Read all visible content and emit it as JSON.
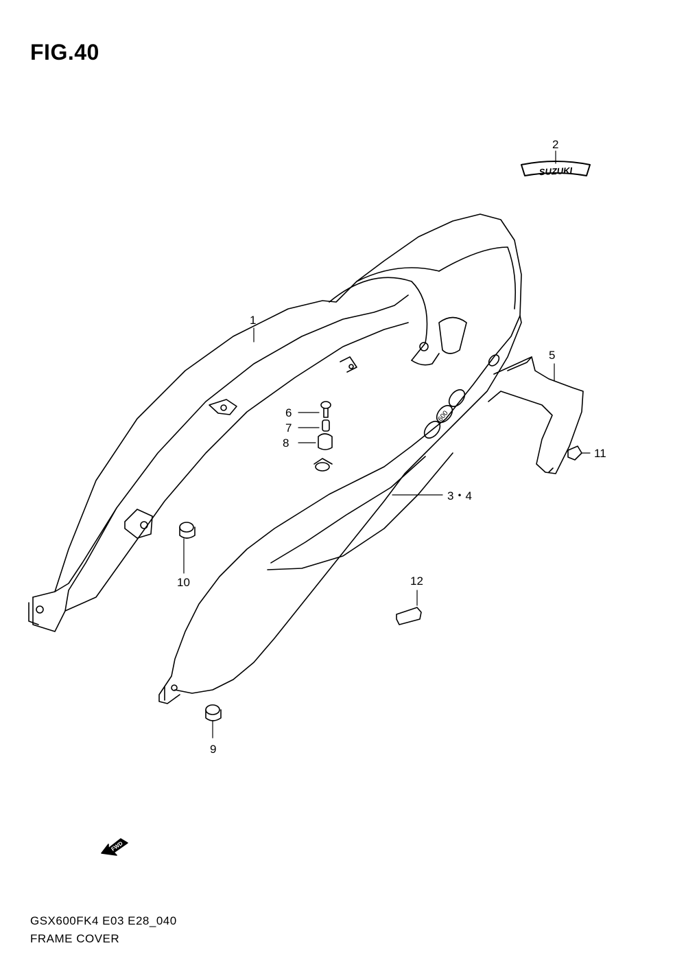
{
  "figure": {
    "title": "FIG.40"
  },
  "callouts": {
    "c1": "1",
    "c2": "2",
    "c34": "3・4",
    "c5": "5",
    "c6": "6",
    "c7": "7",
    "c8": "8",
    "c9": "9",
    "c10": "10",
    "c11": "11",
    "c12": "12"
  },
  "emblem": {
    "text": "SUZUKI"
  },
  "decal": {
    "text": "600"
  },
  "fwd": {
    "text": "FWD"
  },
  "footer": {
    "code": "GSX600FK4 E03 E28_040",
    "name": "FRAME COVER"
  }
}
